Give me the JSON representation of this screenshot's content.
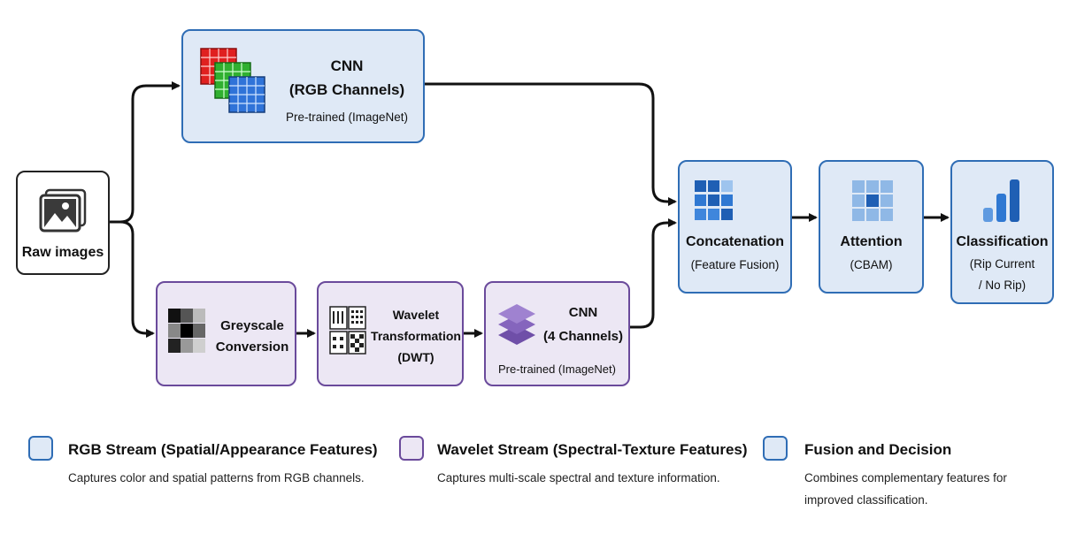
{
  "nodes": {
    "raw": {
      "label": "Raw images"
    },
    "cnn_rgb": {
      "title_line1": "CNN",
      "title_line2": "(RGB Channels)",
      "subtitle": "Pre-trained (ImageNet)"
    },
    "greyscale": {
      "line1": "Greyscale",
      "line2": "Conversion"
    },
    "wavelet": {
      "line1": "Wavelet",
      "line2": "Transformation",
      "line3": "(DWT)"
    },
    "cnn_wav": {
      "title_line1": "CNN",
      "title_line2": "(4 Channels)",
      "subtitle": "Pre-trained (ImageNet)"
    },
    "concat": {
      "title": "Concatenation",
      "subtitle": "(Feature Fusion)"
    },
    "attention": {
      "title": "Attention",
      "subtitle": "(CBAM)"
    },
    "classification": {
      "title": "Classification",
      "subtitle_line1": "(Rip Current",
      "subtitle_line2": "/ No Rip)"
    }
  },
  "legend": [
    {
      "title": "RGB Stream (Spatial/Appearance Features)",
      "desc": "Captures color and spatial patterns from RGB channels."
    },
    {
      "title": "Wavelet Stream (Spectral-Texture Features)",
      "desc": "Captures multi-scale spectral and texture information."
    },
    {
      "title": "Fusion and Decision",
      "desc": "Combines complementary features for improved classification."
    }
  ],
  "colors": {
    "rgb_fill": "#dfe9f6",
    "rgb_border": "#2f6db5",
    "wavelet_fill": "#ece7f4",
    "wavelet_border": "#6a4a9b",
    "arrow": "#111111"
  },
  "icons": {
    "raw": "image-icon",
    "cnn_rgb": "rgb-layers-icon",
    "greyscale": "greyscale-grid-icon",
    "wavelet": "wavelet-icon",
    "cnn_wav": "stacked-layers-icon",
    "concat": "feature-grid-icon",
    "attention": "attention-grid-icon",
    "classification": "bar-chart-icon"
  }
}
